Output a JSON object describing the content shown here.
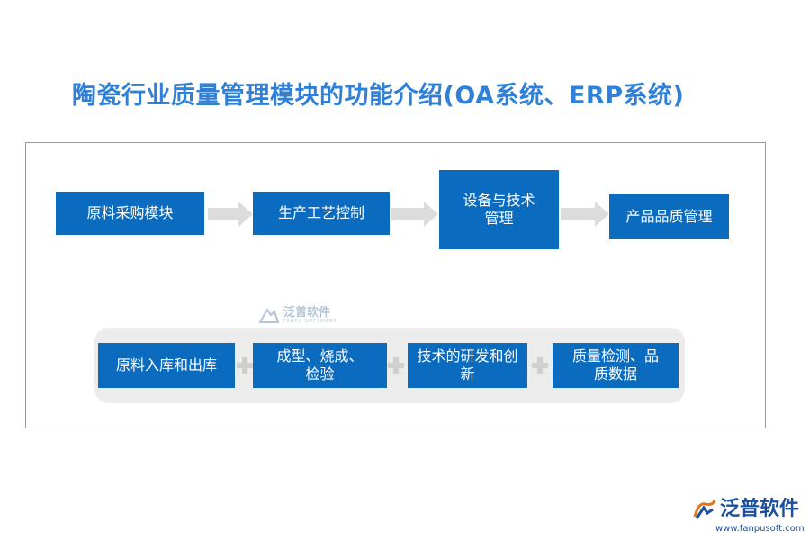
{
  "title": "陶瓷行业质量管理模块的功能介绍(OA系统、ERP系统)",
  "flow_top": [
    "原料采购模块",
    "生产工艺控制",
    "设备与技术管理",
    "产品品质管理"
  ],
  "flow_bottom": [
    "原料入库和出库",
    "成型、烧成、检验",
    "技术的研发和创新",
    "质量检测、品质数据"
  ],
  "watermark": {
    "name": "泛普软件",
    "sub": "FANPU SOFTWARE"
  },
  "logo": {
    "name": "泛普软件",
    "url": "www.fanpusoft.com"
  },
  "colors": {
    "title": "#2f80d8",
    "box": "#0b6cbf",
    "arrow": "#dcdcdc",
    "panel": "#ececec"
  }
}
